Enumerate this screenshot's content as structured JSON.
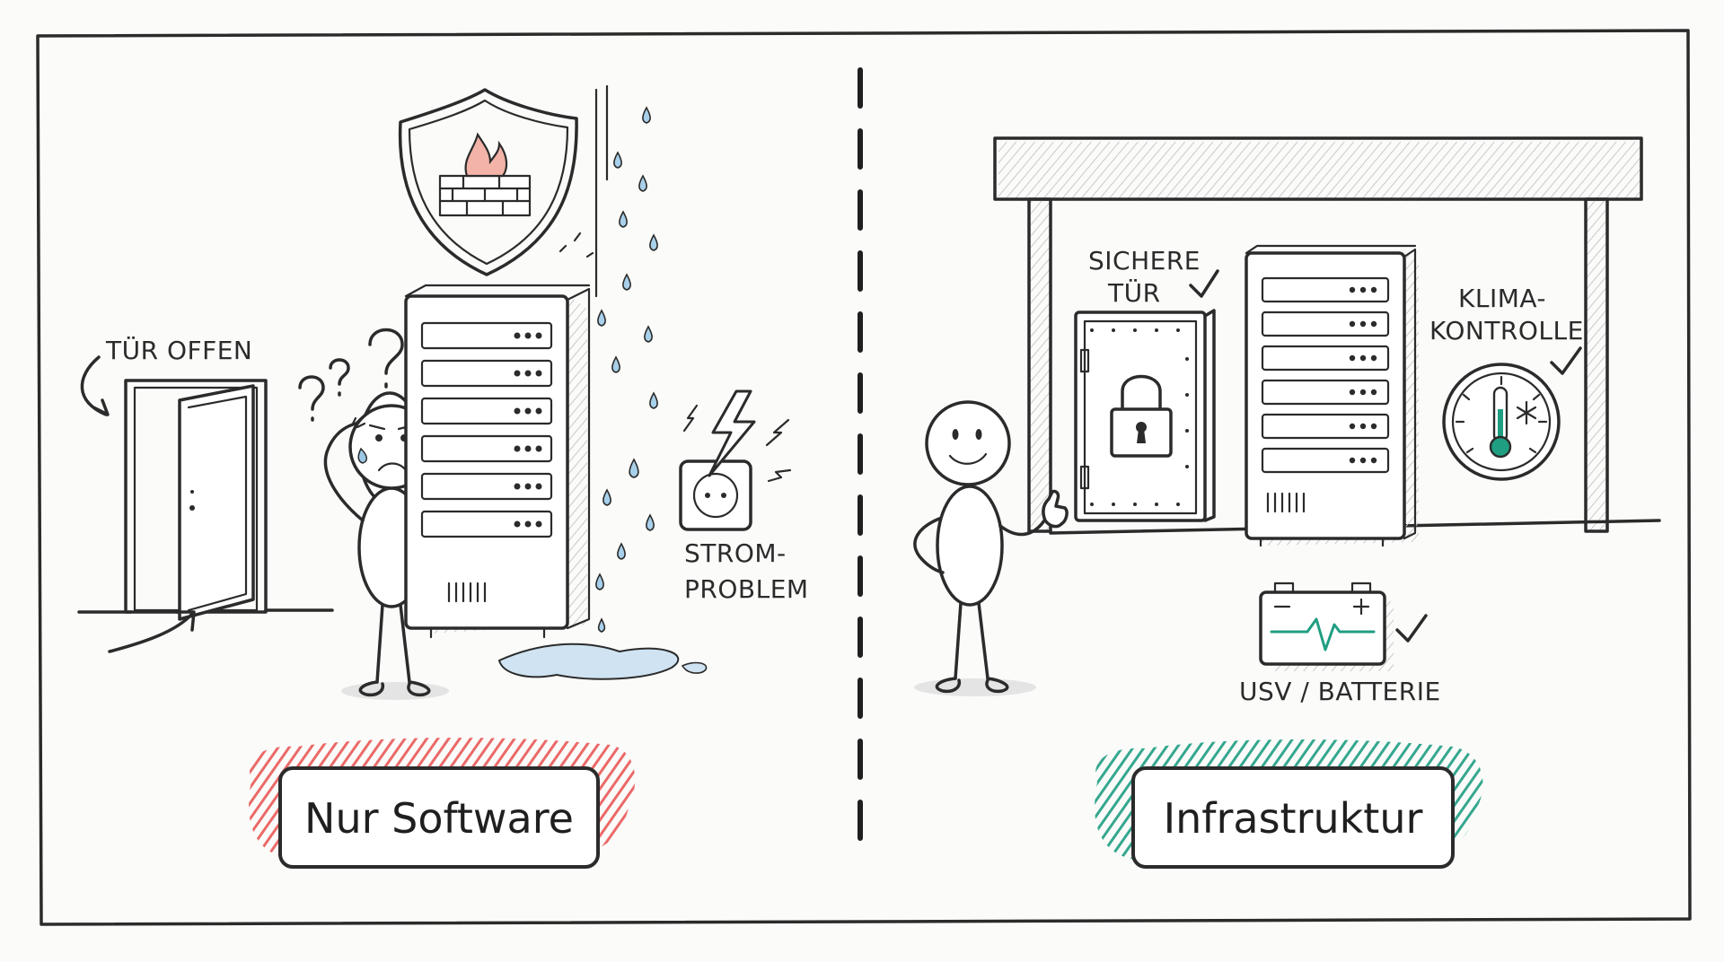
{
  "left_panel": {
    "door_label": "TÜR OFFEN",
    "power_label_line1": "STROM-",
    "power_label_line2": "PROBLEM",
    "badge": "Nur Software"
  },
  "right_panel": {
    "door_label_line1": "SICHERE",
    "door_label_line2": "TÜR",
    "climate_label_line1": "KLIMA-",
    "climate_label_line2": "KONTROLLE",
    "ups_label": "USV / BATTERIE",
    "badge": "Infrastruktur"
  },
  "colors": {
    "ink": "#2b2b2b",
    "negative": "#e85a58",
    "positive": "#1f9e82",
    "water": "#9cc8e6"
  }
}
